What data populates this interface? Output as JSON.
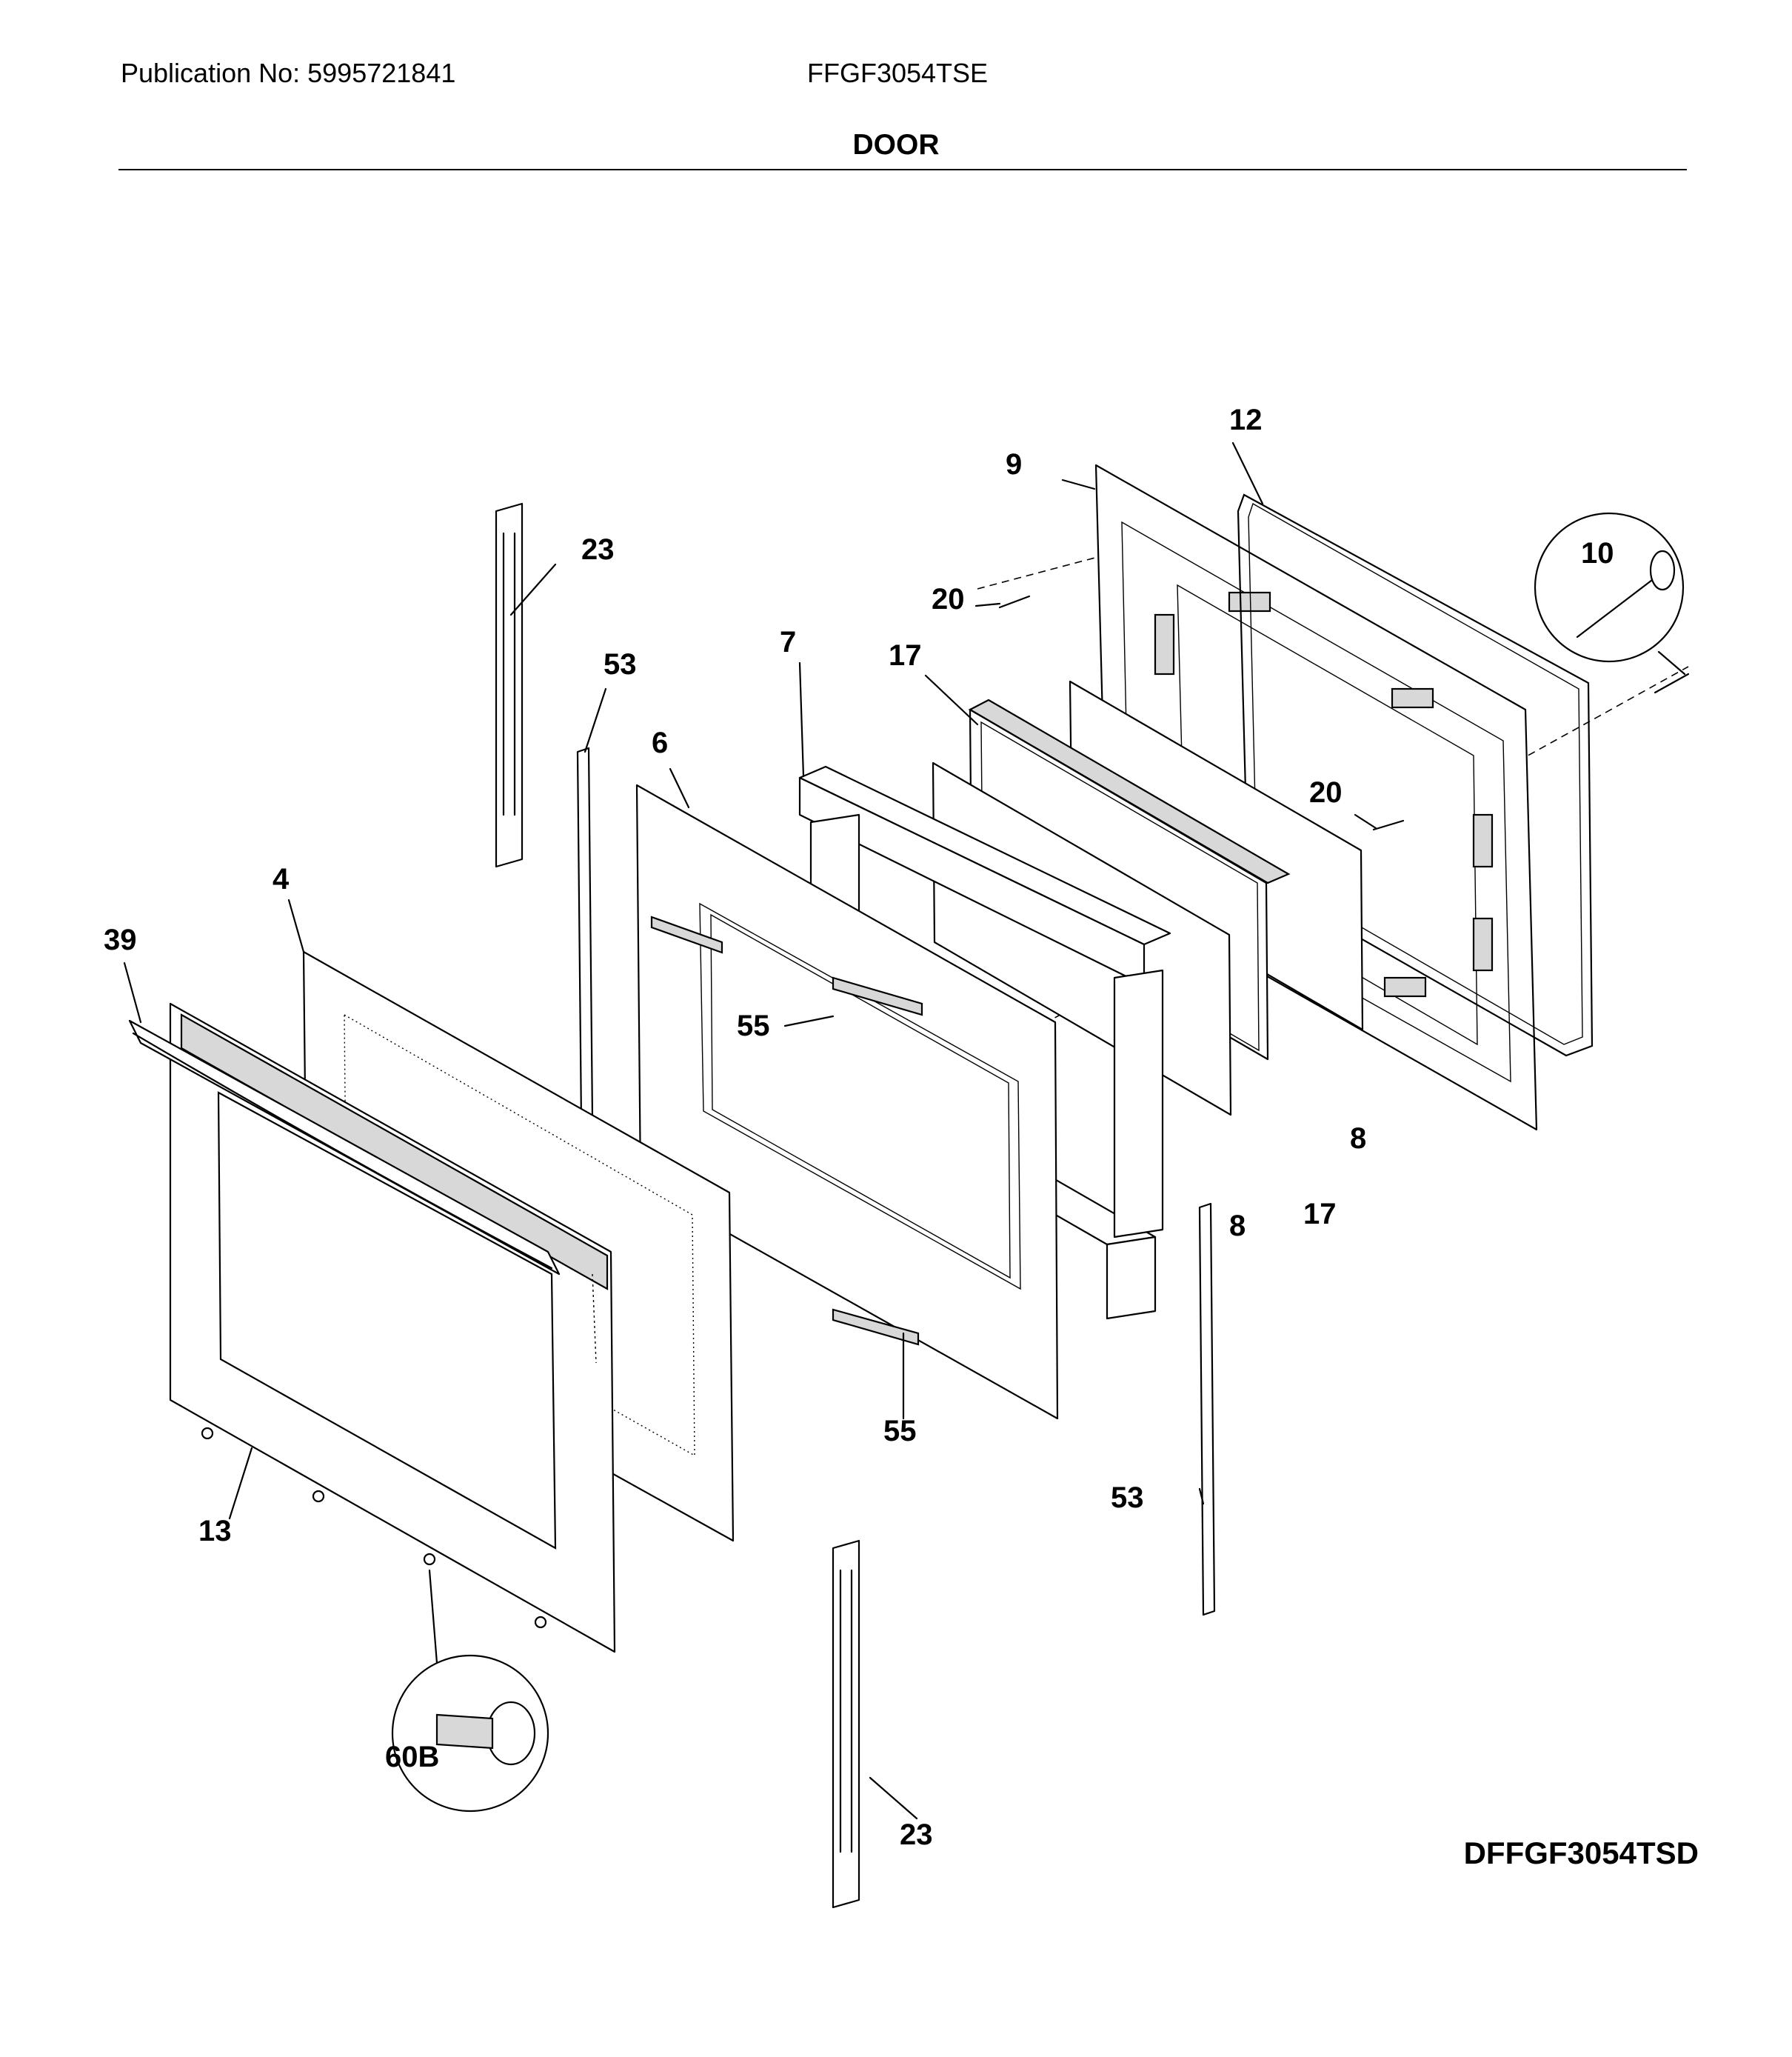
{
  "header": {
    "publication": "Publication No: 5995721841",
    "model": "FFGF3054TSE",
    "section": "DOOR"
  },
  "drawing_id": "DFFGF3054TSD",
  "callouts": {
    "p4": "4",
    "p6": "6",
    "p7": "7",
    "p8a": "8",
    "p8b": "8",
    "p9": "9",
    "p10": "10",
    "p12": "12",
    "p13": "13",
    "p17a": "17",
    "p17b": "17",
    "p20a": "20",
    "p20b": "20",
    "p23a": "23",
    "p23b": "23",
    "p39": "39",
    "p53a": "53",
    "p53b": "53",
    "p55a": "55",
    "p55b": "55",
    "p60b": "60B"
  }
}
